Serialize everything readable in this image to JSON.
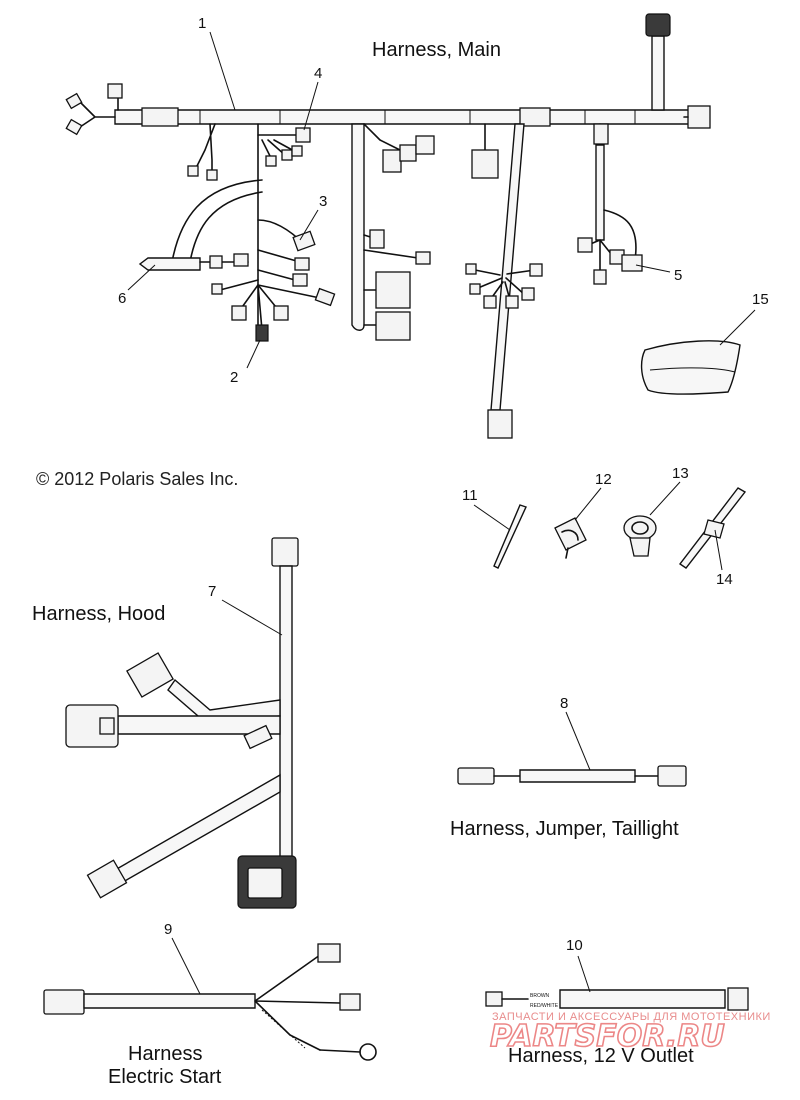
{
  "titles": {
    "main": "Harness, Main",
    "hood": "Harness, Hood",
    "jumper": "Harness, Jumper, Taillight",
    "electric_start_line1": "Harness",
    "electric_start_line2": "Electric Start",
    "outlet": "Harness, 12 V Outlet"
  },
  "copyright": "© 2012 Polaris Sales Inc.",
  "callouts": [
    "1",
    "2",
    "3",
    "4",
    "5",
    "6",
    "7",
    "8",
    "9",
    "10",
    "11",
    "12",
    "13",
    "14",
    "15"
  ],
  "wire_labels": {
    "brown": "BROWN",
    "red_white": "RED/WHITE"
  },
  "watermark": {
    "tagline": "ЗАПЧАСТИ И АКСЕССУАРЫ ДЛЯ МОТОТЕХНИКИ",
    "brand": "PARTSFOR.RU"
  }
}
